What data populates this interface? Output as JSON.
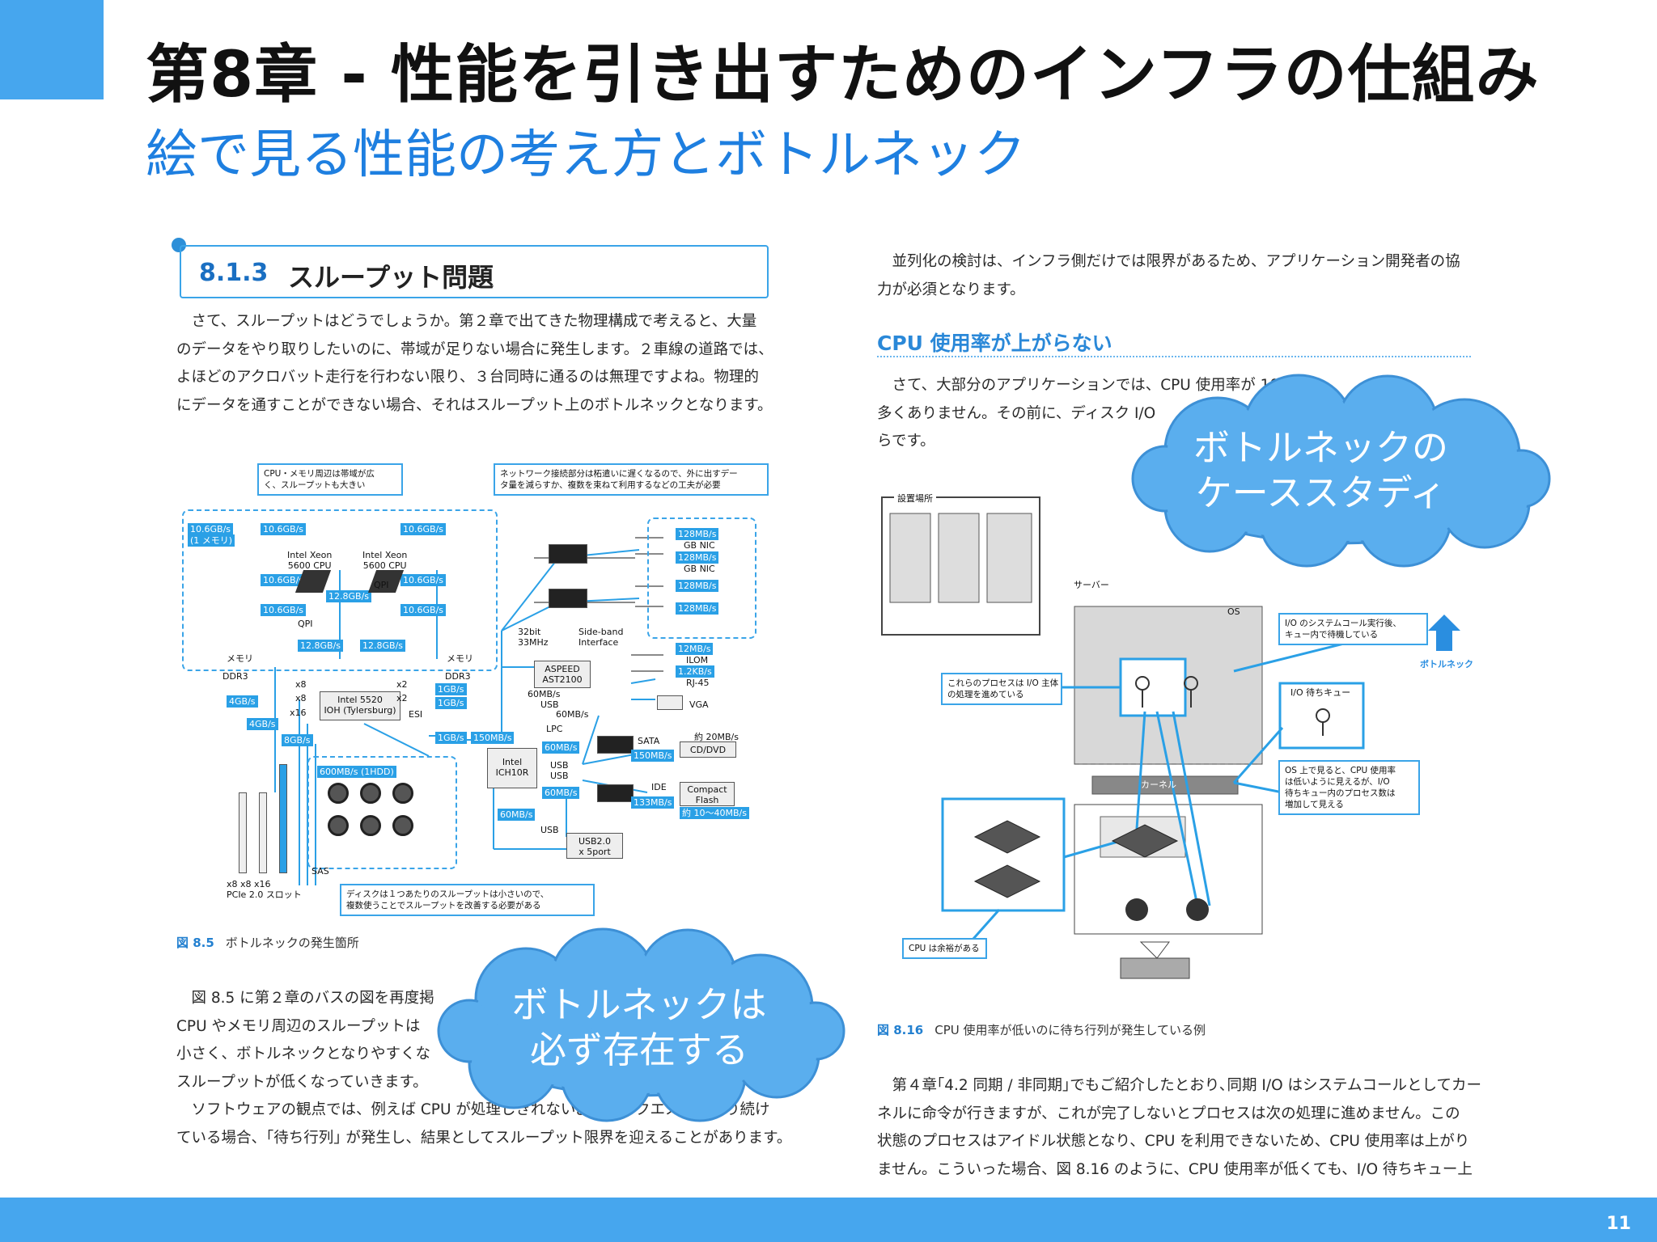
{
  "slide": {
    "title": "第8章 - 性能を引き出すためのインフラの仕組み",
    "subtitle": "絵で見る性能の考え方とボトルネック",
    "page_number": "11"
  },
  "left": {
    "section_number": "8.1.3",
    "section_title": "スループット問題",
    "para1": [
      "　さて、スループットはどうでしょうか。第２章で出てきた物理構成で考えると、大量",
      "のデータをやり取りしたいのに、帯域が足りない場合に発生します。２車線の道路では、",
      "よほどのアクロバット走行を行わない限り、３台同時に通るのは無理ですよね。物理的",
      "にデータを通すことができない場合、それはスループット上のボトルネックとなります。"
    ],
    "figure_caption_num": "図 8.5",
    "figure_caption": "ボトルネックの発生箇所",
    "para2": [
      "　図 8.5 に第２章のバスの図を再度掲",
      "CPU やメモリ周辺のスループットは",
      "小さく、ボトルネックとなりやすくな",
      "スループットが低くなっていきます。",
      "　ソフトウェアの観点では、例えば CPU が処理しきれないようなリクエストが入り続け",
      "ている場合、｢待ち行列｣ が発生し、結果としてスループット限界を迎えることがあります。"
    ],
    "diagram": {
      "callout_top_left": [
        "CPU・メモリ周辺は帯域が広",
        "く、スループットも大きい"
      ],
      "callout_top_right": [
        "ネットワーク接続部分は柘遣いに遅くなるので、外に出すデー",
        "タ量を減らすか、複数を束ねて利用するなどの工夫が必要"
      ],
      "callout_bottom": [
        "ディスクは１つあたりのスループットは小さいので、",
        "複数使うことでスループットを改善する必要がある"
      ],
      "bw_108": "10.6GB/s",
      "bw_108_mem": "(1 メモリ)",
      "bw_128": "12.8GB/s",
      "cpu_label": [
        "Intel Xeon",
        "5600 CPU"
      ],
      "qpi": "QPI",
      "memory": "メモリ",
      "ddr3": "DDR3",
      "ioh": [
        "Intel 5520",
        "IOH (Tylersburg)"
      ],
      "x8": "x8",
      "x16": "x16",
      "x2": "x2",
      "esi": "ESI",
      "bw_4g": "4GB/s",
      "bw_8g": "8GB/s",
      "bw_1g": "1GB/s",
      "bw_150m": "150MB/s",
      "bw_60m": "60MB/s",
      "bw_600m": "600MB/s (1HDD)",
      "bw_133m": "133MB/s",
      "bw_128m": "128MB/s",
      "bw_12m": "12MB/s",
      "bw_12k": "1.2KB/s",
      "bw_20m": "約 20MB/s",
      "bw_10_40": "約 10～40MB/s",
      "gbnic": "GB NIC",
      "ilom": "ILOM",
      "rj45": "RJ-45",
      "vga": "VGA",
      "aspeed": [
        "ASPEED",
        "AST2100"
      ],
      "sideband": [
        "Side-band",
        "Interface"
      ],
      "bit32": [
        "32bit",
        "33MHz"
      ],
      "ich": [
        "Intel",
        "ICH10R"
      ],
      "usb": "USB",
      "lpc": "LPC",
      "sata": "SATA",
      "cddvd": "CD/DVD",
      "ide": "IDE",
      "compact": [
        "Compact",
        "Flash"
      ],
      "usb20": [
        "USB2.0",
        "x 5port"
      ],
      "sas": "SAS",
      "pcie": [
        "x8  x8  x16",
        "PCIe 2.0 スロット"
      ]
    }
  },
  "right": {
    "para1": [
      "　並列化の検討は、インフラ側だけでは限界があるため、アプリケーション開発者の協",
      "力が必須となります。"
    ],
    "heading": "CPU 使用率が上がらない",
    "para2": [
      "　さて、大部分のアプリケーションでは、CPU 使用率が 100",
      "多くありません。その前に、ディスク I/O",
      "らです。"
    ],
    "figure_caption_num": "図 8.16",
    "figure_caption": "CPU 使用率が低いのに待ち行列が発生している例",
    "para3": [
      "　第４章｢4.2 同期 / 非同期｣でもご紹介したとおり､同期 I/O はシステムコールとしてカー",
      "ネルに命令が行きますが、これが完了しないとプロセスは次の処理に進めません。この",
      "状態のプロセスはアイドル状態となり、CPU を利用できないため、CPU 使用率は上がり",
      "ません。こういった場合、図 8.16 のように、CPU 使用率が低くても、I/O 待ちキュー上"
    ],
    "diagram": {
      "datacenter": "設置場所",
      "server": "サーバー",
      "os": "OS",
      "kernel": "カーネル",
      "bottleneck": "ボトルネック",
      "io_queue": "I/O 待ちキュー",
      "callout_syscall": [
        "I/O のシステムコール実行後、",
        "キュー内で待機している"
      ],
      "callout_process": [
        "これらのプロセスは I/O 主体",
        "の処理を進めている"
      ],
      "callout_os": [
        "OS 上で見ると、CPU 使用率",
        "は低いように見えるが、I/O",
        "待ちキュー内のプロセス数は",
        "増加して見える"
      ],
      "callout_cpu": "CPU は余裕がある"
    }
  },
  "clouds": {
    "right": [
      "ボトルネックの",
      "ケーススタディ"
    ],
    "bottom": [
      "ボトルネックは",
      "必ず存在する"
    ]
  },
  "colors": {
    "accent": "#46a6ee",
    "subtitle": "#1e7fe0",
    "cloud": "#5aaeee"
  }
}
